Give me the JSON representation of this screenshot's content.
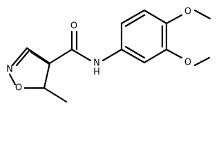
{
  "atoms": {
    "amide_o": "O",
    "amide_n": "N",
    "amide_h": "H",
    "ring_n": "N",
    "ring_o": "O",
    "ome_top_o": "O",
    "ome_bottom_o": "O"
  },
  "colors": {
    "bond": "#000000",
    "text": "#000000",
    "background": "#ffffff"
  }
}
